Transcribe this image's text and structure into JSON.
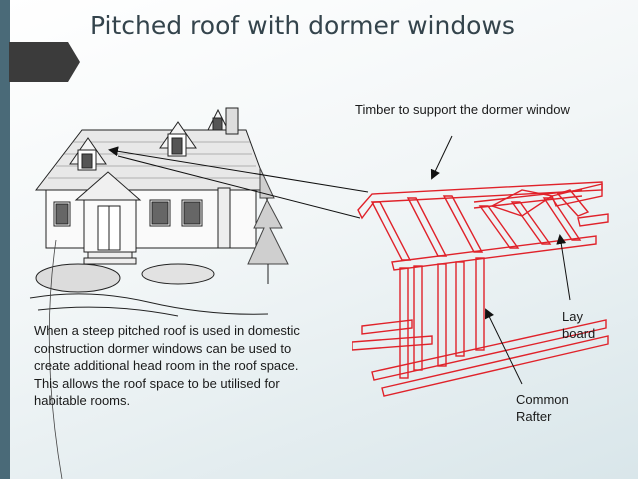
{
  "slide": {
    "title": "Pitched roof with dormer windows",
    "labels": {
      "timber": "Timber to support the dormer window",
      "lay_board": "Lay board",
      "common_rafter": "Common Rafter"
    },
    "description": "When a steep pitched roof is used in domestic construction dormer windows can be used to create additional head room in the roof space. This allows the roof space to be utilised  for habitable rooms."
  },
  "colors": {
    "frame": "#e0222a",
    "accent_bar": "#4a6a78",
    "title": "#34444c"
  },
  "icons": {
    "title_pointer": "pentagon-arrow-icon"
  }
}
